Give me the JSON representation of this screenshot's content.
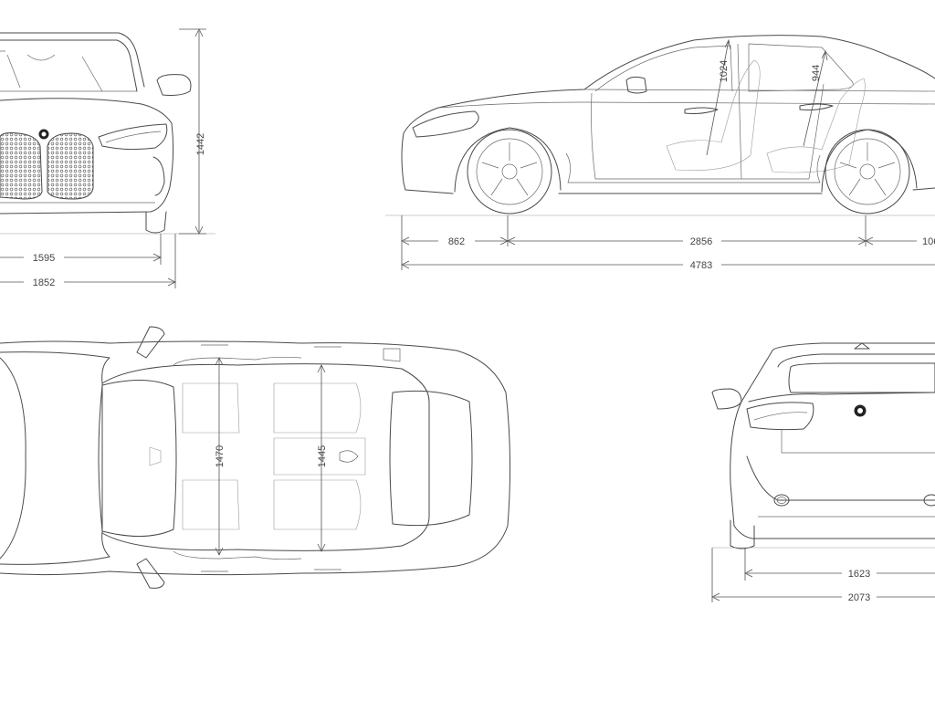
{
  "front_view": {
    "height": "1442",
    "track_width": "1595",
    "overall_width": "1852"
  },
  "side_view": {
    "headroom_front": "1024",
    "headroom_rear": "944",
    "front_overhang": "862",
    "wheelbase": "2856",
    "rear_overhang_partial": "106",
    "overall_length": "4783"
  },
  "top_view": {
    "shoulder_width_front": "1470",
    "shoulder_width_rear": "1445"
  },
  "rear_view": {
    "track_width": "1623",
    "width_with_mirrors": "2073"
  }
}
